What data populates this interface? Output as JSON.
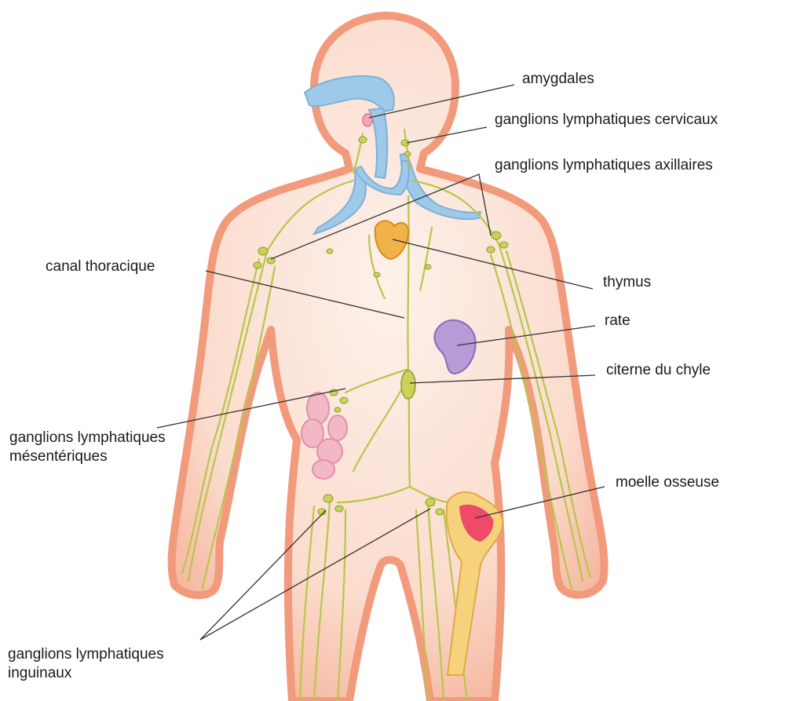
{
  "labels": {
    "amygdales": "amygdales",
    "cervicaux": "ganglions lymphatiques cervicaux",
    "axillaires": "ganglions lymphatiques axillaires",
    "canal_thoracique": "canal thoracique",
    "thymus": "thymus",
    "rate": "rate",
    "citerne": "citerne du chyle",
    "mesenteriques_line1": "ganglions lymphatiques",
    "mesenteriques_line2": "mésentériques",
    "moelle": "moelle osseuse",
    "inguinaux_line1": "ganglions lymphatiques",
    "inguinaux_line2": "inguinaux"
  },
  "colors": {
    "skin": "#f8d2c0",
    "skin_outline": "#f29a7c",
    "lymph": "#b8c64a",
    "airway": "#9ec9e8",
    "thymus": "#f2b24a",
    "spleen": "#b79ad6",
    "intestine": "#f2b8c6",
    "marrow": "#ee4a6a",
    "leader": "#333333"
  }
}
